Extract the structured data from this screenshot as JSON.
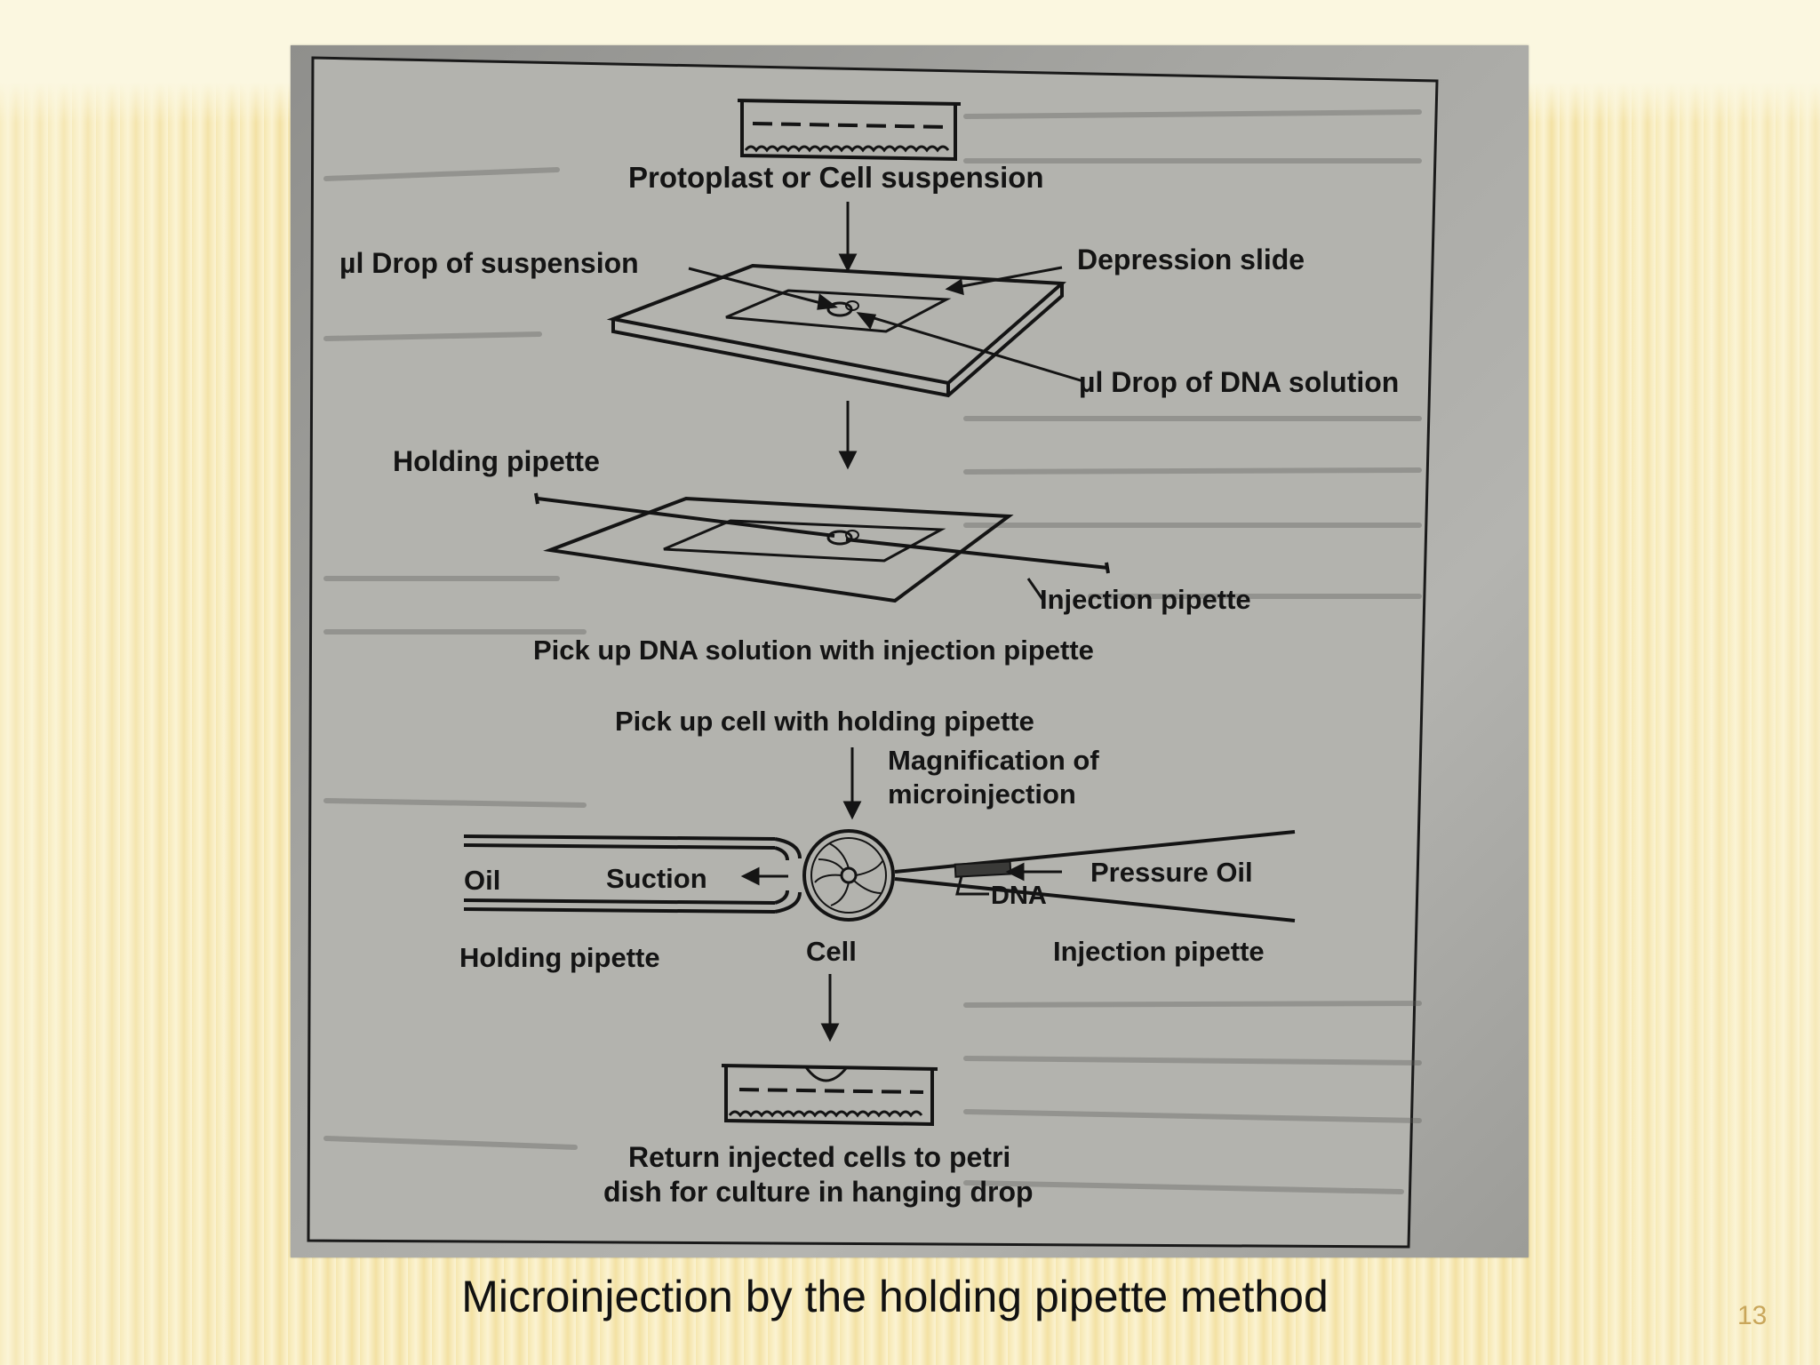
{
  "slide": {
    "caption": "Microinjection by the holding pipette method",
    "page_number": "13"
  },
  "diagram": {
    "labels": {
      "suspension_title": "Protoplast or Cell suspension",
      "drop_of_suspension": "µl Drop of suspension",
      "depression_slide": "Depression slide",
      "drop_of_dna": "µl Drop of DNA solution",
      "holding_pipette_top": "Holding pipette",
      "injection_pipette_top": "Injection pipette",
      "step_pick_dna": "Pick up DNA solution with injection pipette",
      "step_pick_cell": "Pick up cell with holding pipette",
      "magnification_line1": "Magnification of",
      "magnification_line2": "microinjection",
      "oil": "Oil",
      "suction": "Suction",
      "pressure_oil": "Pressure Oil",
      "dna": "DNA",
      "holding_pipette_bottom": "Holding pipette",
      "cell": "Cell",
      "injection_pipette_bottom": "Injection pipette",
      "return_line1": "Return injected cells to petri",
      "return_line2": "dish for culture in hanging drop"
    }
  }
}
